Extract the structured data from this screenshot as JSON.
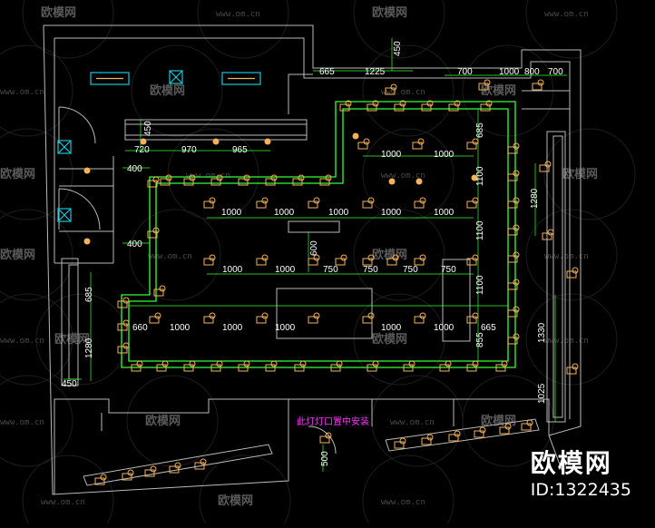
{
  "colors": {
    "background": "#000000",
    "wall": "#b9b9b9",
    "track": "#33ff33",
    "fixture": "#f5b25a",
    "dimension": "#ffffff",
    "label": "#ff33ff",
    "watermark": "#5a5a5a",
    "cyan": "#18c8d8"
  },
  "watermark": {
    "brand": "欧模网",
    "site": "www.om.cn",
    "short_site": "www.om.cn"
  },
  "center_label": "此灯灯口置中安装",
  "brand_overlay": {
    "name": "欧模网",
    "id": "ID:1322435"
  },
  "dimensions": {
    "top_row": [
      "665",
      "1225",
      "700",
      "1000",
      "800",
      "700"
    ],
    "top_vertical": "450",
    "left_row": [
      "720",
      "970",
      "965"
    ],
    "left_vertical": "450",
    "left_small": [
      "400",
      "400"
    ],
    "inner_row_1": [
      "1000",
      "1000"
    ],
    "inner_row_2": [
      "1000",
      "1000",
      "1000",
      "1000",
      "1000"
    ],
    "inner_row_3": [
      "1000",
      "1000",
      "750",
      "750",
      "750",
      "750"
    ],
    "inner_row_4": [
      "660",
      "1000",
      "1000",
      "1000",
      "1000",
      "1000",
      "665"
    ],
    "inner_vertical_600": "600",
    "right_vertical": [
      "685",
      "1100",
      "1100",
      "1100",
      "855"
    ],
    "far_right_vertical": [
      "1280",
      "1330",
      "1025"
    ],
    "left_side_vertical": [
      "685",
      "1280",
      "450"
    ],
    "bottom_vertical": "500"
  }
}
